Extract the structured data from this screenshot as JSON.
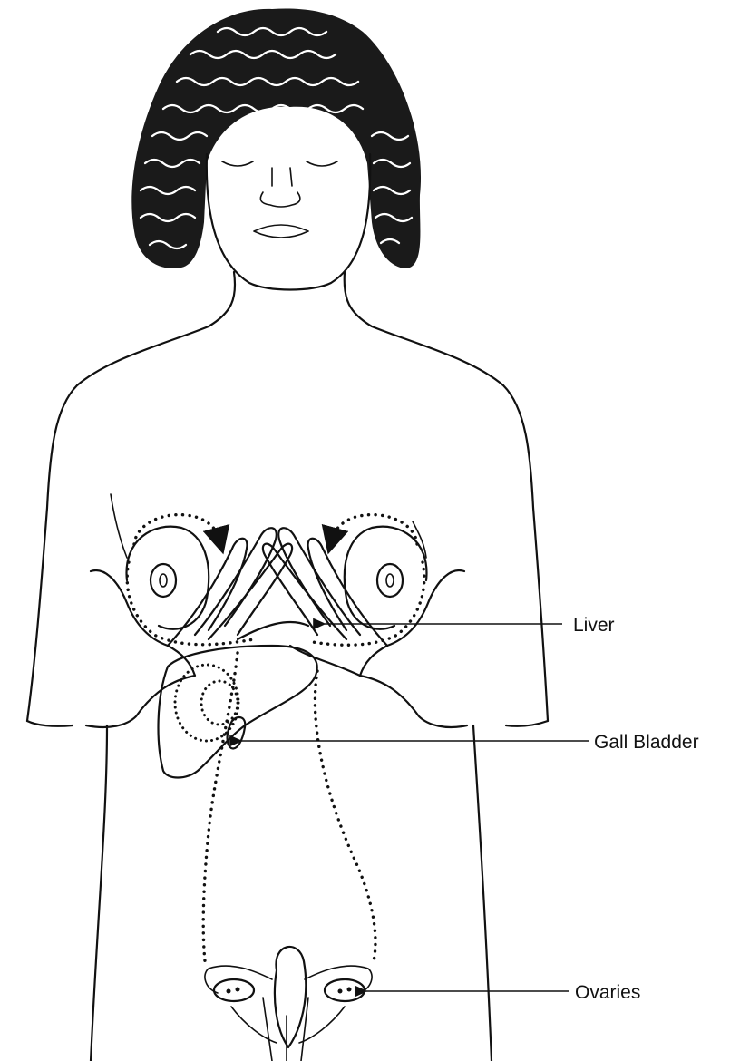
{
  "labels": {
    "liver": "Liver",
    "gall_bladder": "Gall Bladder",
    "ovaries": "Ovaries"
  },
  "colors": {
    "ink": "#111111",
    "background": "#ffffff"
  }
}
